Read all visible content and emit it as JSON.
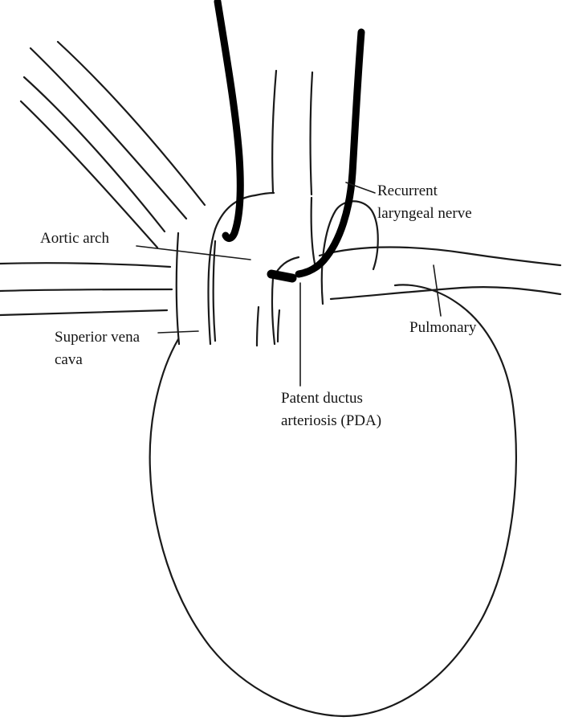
{
  "colors": {
    "line": "#1a1a1a",
    "nerve": "#000000",
    "background": "#ffffff"
  },
  "labels": {
    "aortic_arch": "Aortic arch",
    "superior_vena_cava": "Superior vena cava",
    "recurrent_laryngeal_nerve": "Recurrent laryngeal nerve",
    "pulmonary": "Pulmonary",
    "patent_ductus_arteriosus": "Patent ductus arteriosis (PDA)"
  }
}
